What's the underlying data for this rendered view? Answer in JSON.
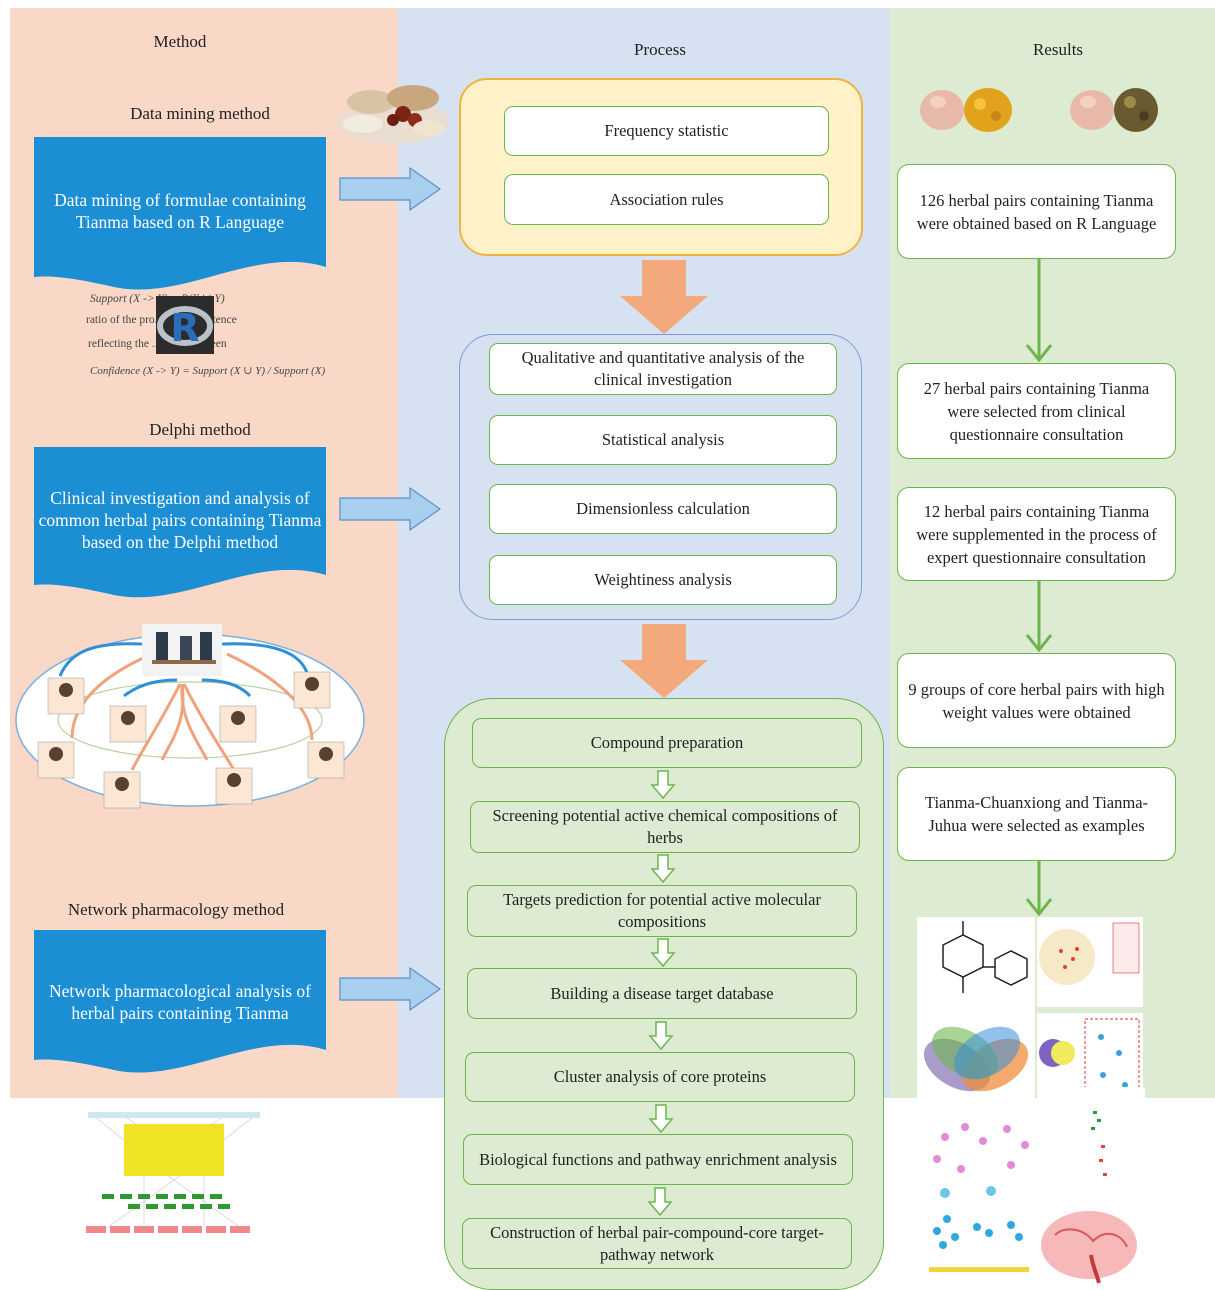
{
  "columns": {
    "method": "Method",
    "process": "Process",
    "results": "Results"
  },
  "method": {
    "data_mining_title": "Data mining method",
    "data_mining_box": "Data mining of formulae containing Tianma based on R Language",
    "delphi_title": "Delphi method",
    "delphi_box": "Clinical investigation and analysis of common herbal pairs containing Tianma based on the Delphi method",
    "network_title": "Network pharmacology method",
    "network_box": "Network pharmacological analysis of herbal pairs containing Tianma",
    "formula_lines": [
      "Support (X -> Y) = P(X ∪ Y)",
      "ratio of the pro... the coexistence",
      "reflecting the ...nship between",
      "Confidence (X -> Y) = Support (X ∪ Y) / Support (X)"
    ],
    "r_logo": "R"
  },
  "process": {
    "stage1": [
      "Frequency statistic",
      "Association rules"
    ],
    "stage2": [
      "Qualitative and quantitative analysis of the clinical investigation",
      "Statistical analysis",
      "Dimensionless calculation",
      "Weightiness analysis"
    ],
    "stage3": [
      "Compound preparation",
      "Screening potential active chemical compositions of herbs",
      "Targets prediction for potential active molecular compositions",
      "Building a disease target database",
      "Cluster analysis of core proteins",
      "Biological functions and pathway enrichment analysis",
      "Construction of herbal pair-compound-core target-pathway network"
    ]
  },
  "results": {
    "items": [
      "126 herbal pairs containing Tianma were obtained based on R Language",
      "27 herbal pairs containing Tianma were selected from clinical questionnaire consultation",
      "12 herbal pairs containing Tianma were supplemented in the process of expert questionnaire consultation",
      "9 groups of core herbal pairs with high weight values were obtained",
      "Tianma-Chuanxiong and Tianma-Juhua were selected as examples"
    ]
  },
  "colors": {
    "method_bg": "#fad8c8",
    "process_bg": "#d6e2f1",
    "results_bg": "#dcebd1",
    "doc_blue": "#1c8fd4",
    "arrow_blue": "#a9cfee",
    "arrow_orange": "#f4a97c",
    "green": "#6bb54a"
  }
}
